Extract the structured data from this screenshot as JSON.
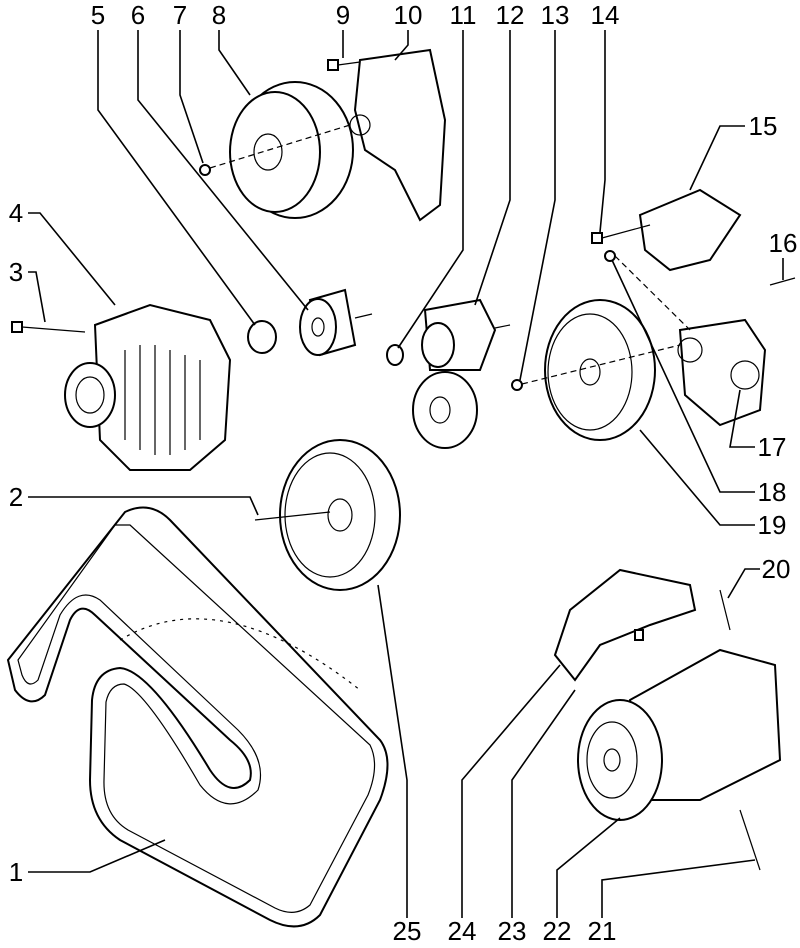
{
  "diagram": {
    "type": "exploded-parts-diagram",
    "callouts": [
      "1",
      "2",
      "3",
      "4",
      "5",
      "6",
      "7",
      "8",
      "9",
      "10",
      "11",
      "12",
      "13",
      "14",
      "15",
      "16",
      "17",
      "18",
      "19",
      "20",
      "21",
      "22",
      "23",
      "24",
      "25"
    ]
  }
}
